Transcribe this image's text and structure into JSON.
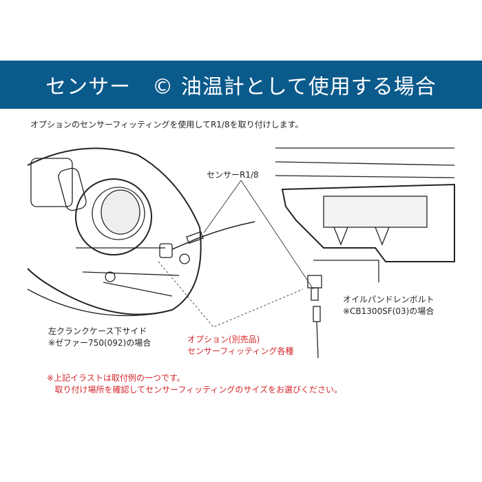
{
  "header": {
    "title": "センサー　© 油温計として使用する場合"
  },
  "intro": "オプションのセンサーフィッティングを使用してR1/8を取り付けします。",
  "labels": {
    "sensor": "センサーR1/8",
    "left_line1": "左クランクケース下サイド",
    "left_line2": "※ゼファー750(092)の場合",
    "right_line1": "オイルパンドレンボルト",
    "right_line2": "※CB1300SF(03)の場合",
    "option_line1": "オプション(別売品)",
    "option_line2": "センサーフィッティング各種"
  },
  "note": {
    "line1": "※上記イラストは取付例の一つです。",
    "line2": "取り付け場所を確認してセンサーフィッティングのサイズをお選びください。"
  },
  "colors": {
    "banner": "#0b5a8c",
    "note": "#d4262b"
  }
}
